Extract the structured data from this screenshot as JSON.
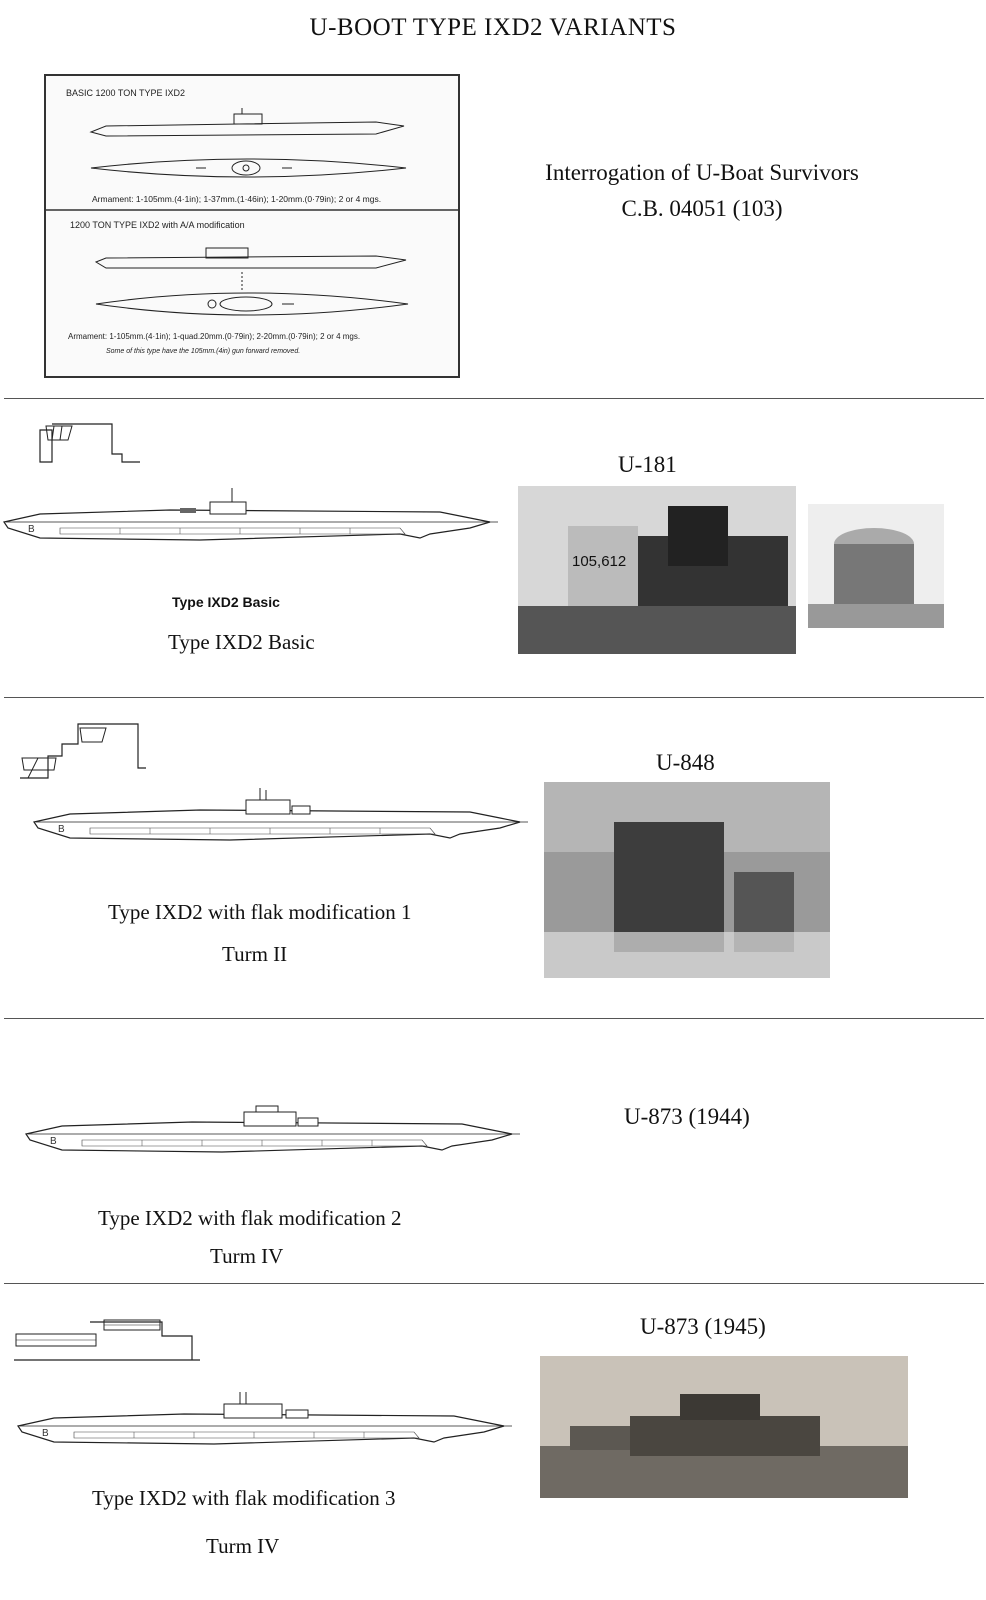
{
  "page": {
    "title": "U-BOOT TYPE IXD2 VARIANTS"
  },
  "source": {
    "line1": "Interrogation of U-Boat Survivors",
    "line2": "C.B. 04051 (103)"
  },
  "sketch": {
    "basic_heading": "BASIC  1200  TON  TYPE  IXD2",
    "basic_armament": "Armament: 1-105mm.(4·1in); 1-37mm.(1·46in); 1-20mm.(0·79in); 2 or 4 mgs.",
    "aa_heading": "1200 TON  TYPE  IXD2  with  A/A  modification",
    "aa_armament": "Armament: 1-105mm.(4·1in); 1-quad.20mm.(0·79in); 2-20mm.(0·79in); 2 or 4 mgs.",
    "aa_note": "Some of this type have the 105mm.(4in) gun forward removed."
  },
  "sections": [
    {
      "boat": "U-181",
      "caption_bold": "Type IXD2 Basic",
      "caption": "Type IXD2 Basic",
      "photo_text": "105,612"
    },
    {
      "boat": "U-848",
      "caption": "Type IXD2 with flak modification 1",
      "turm": "Turm II"
    },
    {
      "boat": "U-873 (1944)",
      "caption": "Type IXD2 with flak modification 2",
      "turm": "Turm IV"
    },
    {
      "boat": "U-873 (1945)",
      "caption": "Type IXD2 with flak modification 3",
      "turm": "Turm IV"
    }
  ]
}
